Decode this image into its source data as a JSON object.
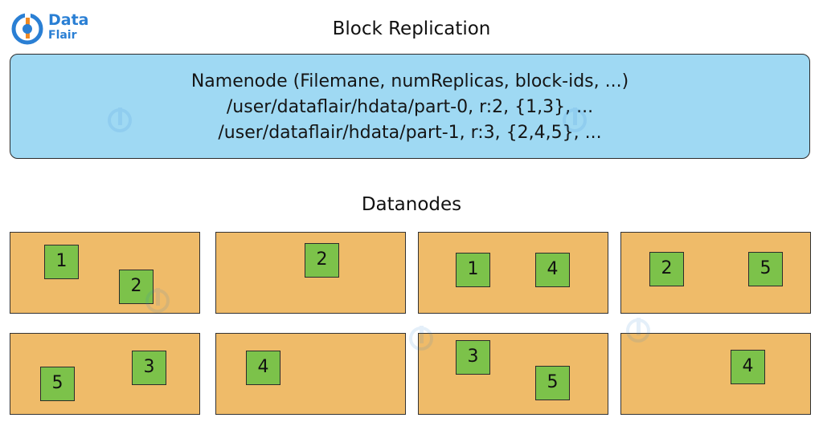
{
  "logo": {
    "line1": "Data",
    "line2": "Flair",
    "color": "#2a7fd4"
  },
  "diagram": {
    "title": "Block Replication",
    "namenode": {
      "lines": [
        "Namenode (Filemane, numReplicas, block-ids, ...)",
        "/user/dataflair/hdata/part-0, r:2, {1,3}, ...",
        "/user/dataflair/hdata/part-1, r:3, {2,4,5}, ..."
      ],
      "color": "#9fd9f3"
    },
    "datanodes_label": "Datanodes",
    "datanode_color": "#efbb69",
    "block_color": "#7cc24a",
    "datanodes": [
      {
        "blocks": [
          "1",
          "2"
        ]
      },
      {
        "blocks": [
          "2"
        ]
      },
      {
        "blocks": [
          "1",
          "4"
        ]
      },
      {
        "blocks": [
          "2",
          "5"
        ]
      },
      {
        "blocks": [
          "5",
          "3"
        ]
      },
      {
        "blocks": [
          "4"
        ]
      },
      {
        "blocks": [
          "3",
          "5"
        ]
      },
      {
        "blocks": [
          "4"
        ]
      }
    ]
  }
}
